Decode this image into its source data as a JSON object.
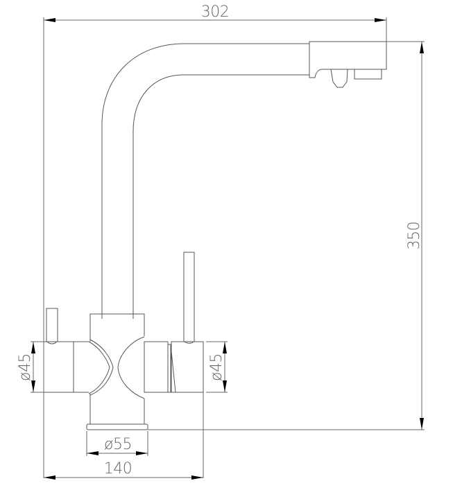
{
  "drawing": {
    "subject": "kitchen faucet with filter-water lever, side elevation",
    "units": "mm",
    "line_color": "#555555",
    "arrow_color": "#000000",
    "background": "#ffffff"
  },
  "dimensions": {
    "spout_reach": {
      "label": "302",
      "orientation": "horizontal",
      "position": "top"
    },
    "total_height": {
      "label": "350",
      "orientation": "vertical",
      "position": "right"
    },
    "left_handle_diameter": {
      "label": "ø45",
      "orientation": "vertical",
      "position": "left"
    },
    "right_handle_diameter": {
      "label": "ø45",
      "orientation": "vertical",
      "position": "right-of-body"
    },
    "base_diameter": {
      "label": "ø55",
      "orientation": "horizontal",
      "position": "below-base"
    },
    "body_width": {
      "label": "140",
      "orientation": "horizontal",
      "position": "bottom"
    }
  }
}
